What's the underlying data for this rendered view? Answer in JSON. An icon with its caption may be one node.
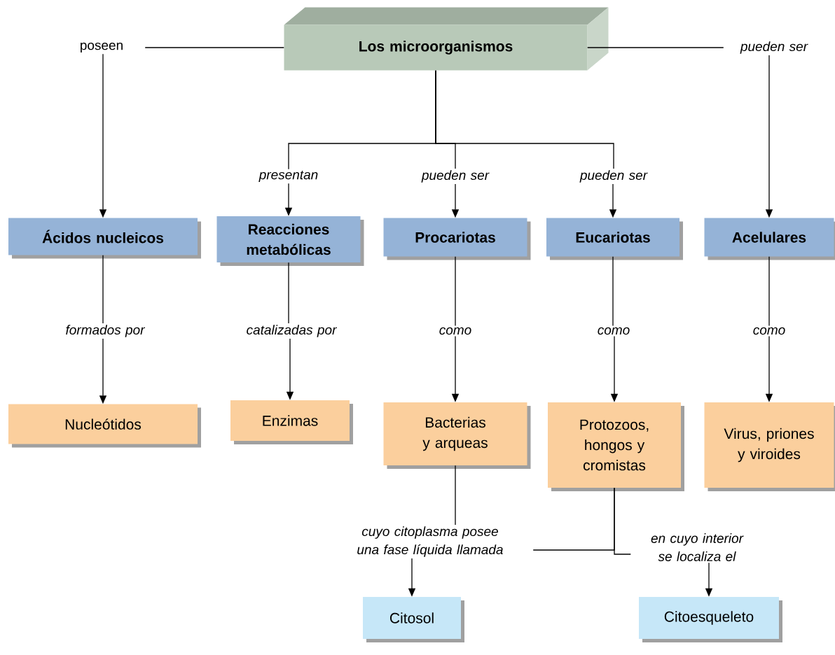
{
  "diagram": {
    "nodes": [
      {
        "text": [
          "Los microorganismos"
        ]
      },
      {
        "text": [
          "poseen"
        ]
      },
      {
        "text": [
          "pueden ser"
        ]
      },
      {
        "text": [
          "presentan"
        ]
      },
      {
        "text": [
          "pueden ser"
        ]
      },
      {
        "text": [
          "pueden ser"
        ]
      },
      {
        "text": [
          "Ácidos nucleicos"
        ]
      },
      {
        "text": [
          "Reacciones metabólicas"
        ]
      },
      {
        "text": [
          "Procariotas"
        ]
      },
      {
        "text": [
          "Eucariotas"
        ]
      },
      {
        "text": [
          "Acelulares"
        ]
      },
      {
        "text": [
          "formados por"
        ]
      },
      {
        "text": [
          "catalizadas por"
        ]
      },
      {
        "text": [
          "como"
        ]
      },
      {
        "text": [
          "como"
        ]
      },
      {
        "text": [
          "como"
        ]
      },
      {
        "text": [
          "Nucleótidos"
        ]
      },
      {
        "text": [
          "Enzimas"
        ]
      },
      {
        "text": [
          "Bacterias y arqueas"
        ]
      },
      {
        "text": [
          "Protozoos, hongos y cromistas"
        ]
      },
      {
        "text": [
          "Virus, priones y viroides"
        ]
      },
      {
        "text": [
          "cuyo citoplasma posee una fase líquida llamada"
        ]
      },
      {
        "text": [
          "en cuyo interior se localiza el"
        ]
      },
      {
        "text": [
          "Citosol"
        ]
      },
      {
        "text": [
          "Citoesqueleto"
        ]
      }
    ],
    "edges": [
      {
        "from": 0,
        "to": 1,
        "arrow": "none"
      },
      {
        "from": 1,
        "to": 6,
        "arrow": "to"
      },
      {
        "from": 0,
        "to": 2,
        "arrow": "none"
      },
      {
        "from": 2,
        "to": 10,
        "arrow": "to"
      },
      {
        "from": 0,
        "to": 3,
        "arrow": "none"
      },
      {
        "from": 0,
        "to": 4,
        "arrow": "none"
      },
      {
        "from": 0,
        "to": 5,
        "arrow": "none"
      },
      {
        "from": 3,
        "to": 7,
        "arrow": "to"
      },
      {
        "from": 4,
        "to": 8,
        "arrow": "to"
      },
      {
        "from": 5,
        "to": 9,
        "arrow": "to"
      },
      {
        "from": 6,
        "to": 11,
        "arrow": "none"
      },
      {
        "from": 11,
        "to": 16,
        "arrow": "to"
      },
      {
        "from": 7,
        "to": 12,
        "arrow": "none"
      },
      {
        "from": 12,
        "to": 17,
        "arrow": "to"
      },
      {
        "from": 8,
        "to": 13,
        "arrow": "none"
      },
      {
        "from": 13,
        "to": 18,
        "arrow": "to"
      },
      {
        "from": 9,
        "to": 14,
        "arrow": "none"
      },
      {
        "from": 14,
        "to": 19,
        "arrow": "to"
      },
      {
        "from": 10,
        "to": 15,
        "arrow": "none"
      },
      {
        "from": 15,
        "to": 20,
        "arrow": "to"
      },
      {
        "from": 18,
        "to": 21,
        "arrow": "none"
      },
      {
        "from": 19,
        "to": 21,
        "arrow": "none"
      },
      {
        "from": 19,
        "to": 22,
        "arrow": "none"
      },
      {
        "from": 21,
        "to": 23,
        "arrow": "to"
      },
      {
        "from": 22,
        "to": 24,
        "arrow": "to"
      }
    ]
  }
}
